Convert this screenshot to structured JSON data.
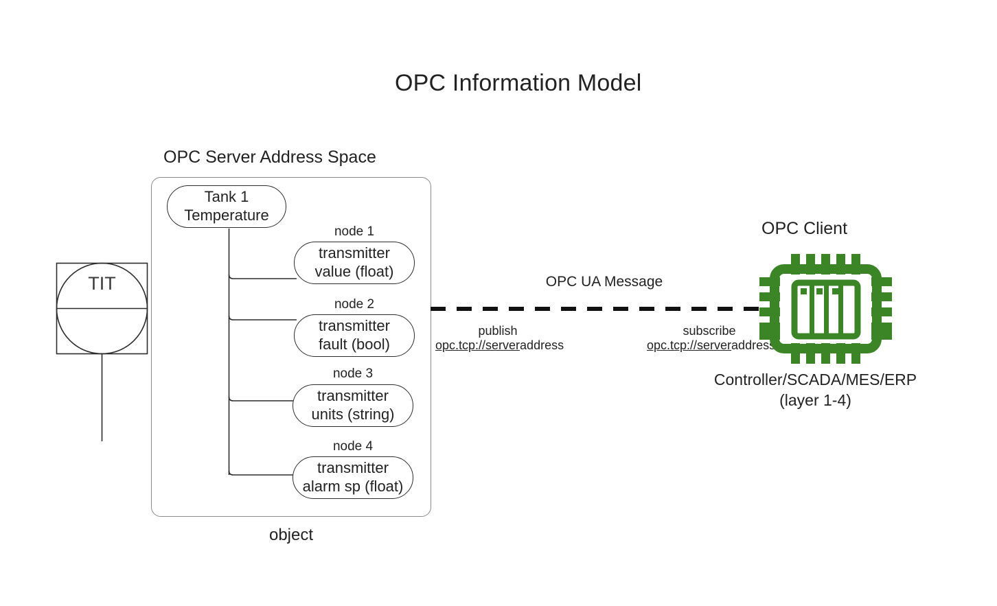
{
  "page": {
    "title": "OPC Information Model",
    "background_color": "#ffffff",
    "stroke_color": "#2b2b2b",
    "container_stroke_color": "#8a8a8a",
    "accent_color": "#3b8527"
  },
  "field": {
    "instrument_tag": "TIT",
    "instrument_symbol": "isa-discrete-instrument"
  },
  "server": {
    "section_label": "OPC Server Address Space",
    "footer_label": "object",
    "root_node": {
      "line1": "Tank 1",
      "line2": "Temperature"
    },
    "nodes": [
      {
        "tag": "node 1",
        "line1": "transmitter",
        "line2": "value (float)"
      },
      {
        "tag": "node 2",
        "line1": "transmitter",
        "line2": "fault (bool)"
      },
      {
        "tag": "node 3",
        "line1": "transmitter",
        "line2": "units (string)"
      },
      {
        "tag": "node 4",
        "line1": "transmitter",
        "line2": "alarm sp (float)"
      }
    ]
  },
  "link": {
    "message_label": "OPC UA Message",
    "publish": {
      "label": "publish",
      "endpoint_link": "opc.tcp://server",
      "endpoint_tail": "address"
    },
    "subscribe": {
      "label": "subscribe",
      "endpoint_link": "opc.tcp://server",
      "endpoint_tail": "address"
    }
  },
  "client": {
    "section_label": "OPC Client",
    "icon": "cpu-chip-icon",
    "subtitle_line1": "Controller/SCADA/MES/ERP",
    "subtitle_line2": "(layer 1-4)"
  }
}
